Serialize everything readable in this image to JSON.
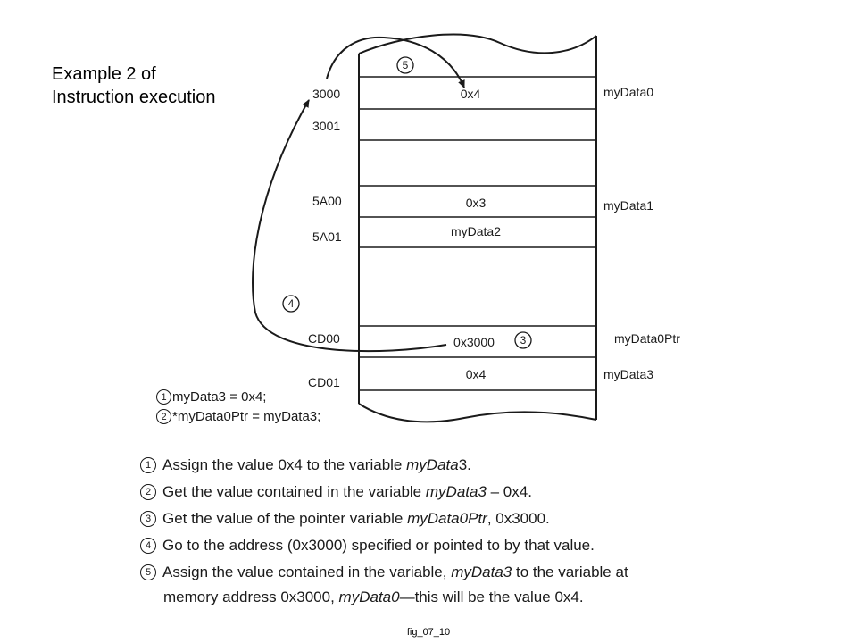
{
  "title": {
    "line1": "Example 2 of",
    "line2": "Instruction execution"
  },
  "memory": {
    "addresses": [
      "3000",
      "3001",
      "5A00",
      "5A01",
      "CD00",
      "CD01"
    ],
    "cells": [
      "0x4",
      "0x3",
      "myData2",
      "0x3000",
      "0x4"
    ],
    "variables": [
      "myData0",
      "myData1",
      "myData0Ptr",
      "myData3"
    ]
  },
  "markers": [
    "5",
    "4",
    "3"
  ],
  "code": [
    {
      "num": "1",
      "text": "myData3 = 0x4;"
    },
    {
      "num": "2",
      "text": "*myData0Ptr = myData3;"
    }
  ],
  "steps": [
    {
      "num": "1",
      "parts": [
        {
          "t": "Assign the value 0x4 to the variable "
        },
        {
          "t": "myData",
          "i": true
        },
        {
          "t": "3."
        }
      ]
    },
    {
      "num": "2",
      "parts": [
        {
          "t": "Get the value contained in the variable "
        },
        {
          "t": "myData3",
          "i": true
        },
        {
          "t": " – 0x4."
        }
      ]
    },
    {
      "num": "3",
      "parts": [
        {
          "t": "Get the value of the pointer variable "
        },
        {
          "t": "myData0Ptr",
          "i": true
        },
        {
          "t": ", 0x3000."
        }
      ]
    },
    {
      "num": "4",
      "parts": [
        {
          "t": "Go to the address (0x3000) specified or pointed to by that value."
        }
      ]
    },
    {
      "num": "5",
      "parts": [
        {
          "t": "Assign the value contained in the variable, "
        },
        {
          "t": "myData3",
          "i": true
        },
        {
          "t": " to the variable at"
        }
      ]
    }
  ],
  "continuation": [
    {
      "t": "memory address 0x3000, "
    },
    {
      "t": "myData0",
      "i": true
    },
    {
      "t": "—this will be the value 0x4."
    }
  ],
  "caption": "fig_07_10"
}
